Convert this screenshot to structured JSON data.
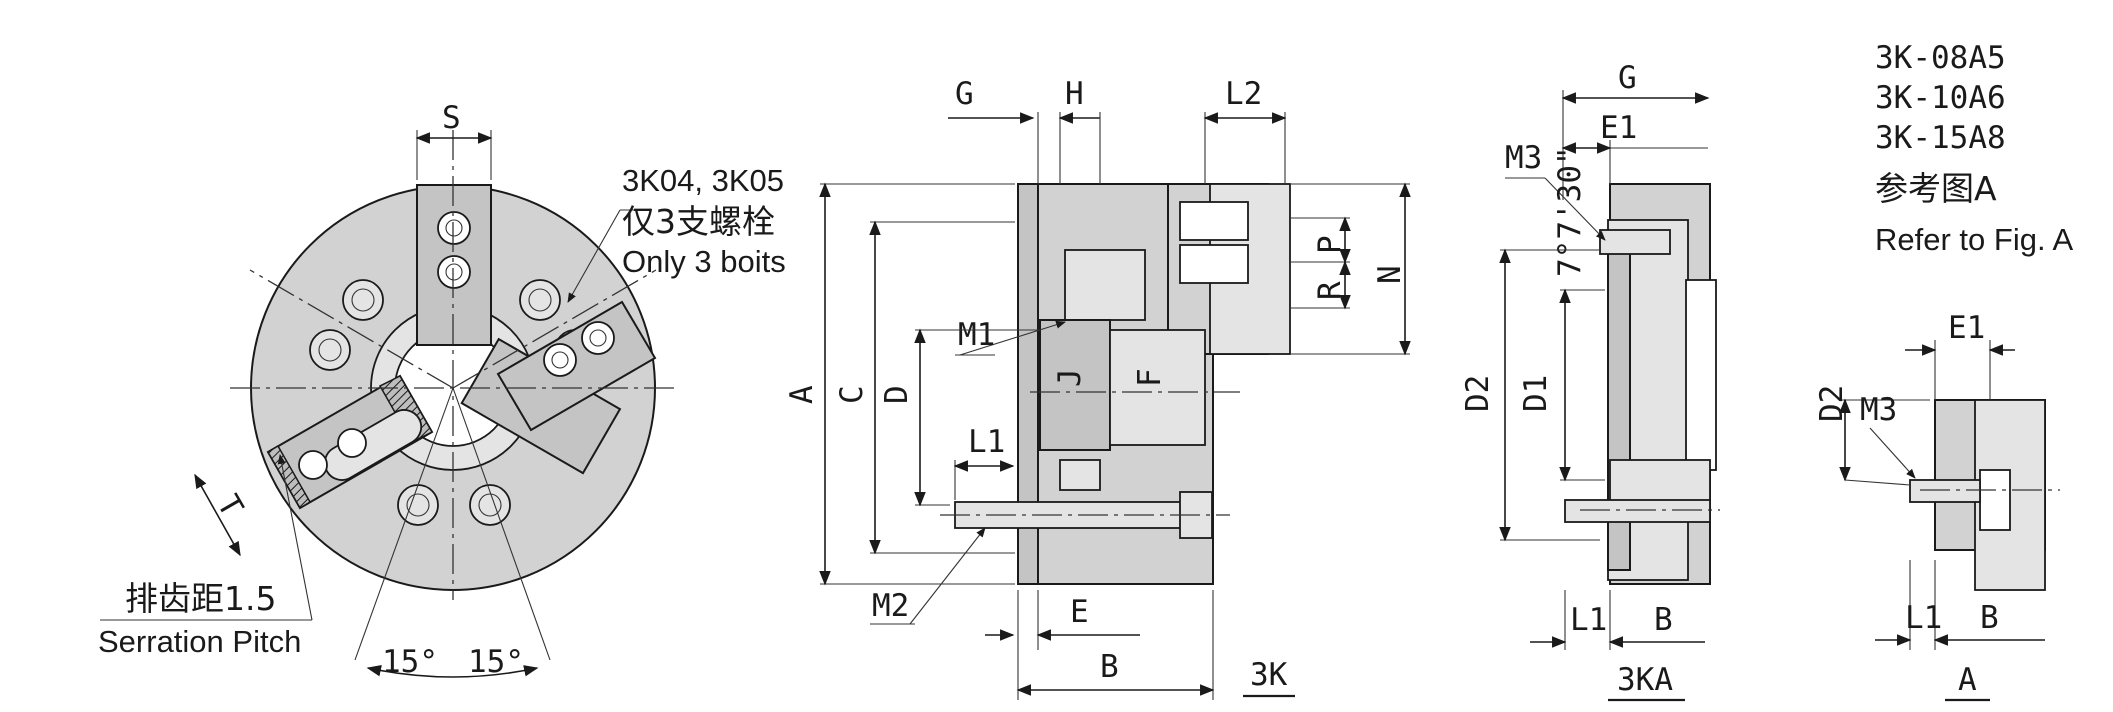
{
  "labels": {
    "front": {
      "s": "S",
      "t": "T",
      "note_models": "3K04, 3K05",
      "note_cn": "仅3支螺栓",
      "note_en": "Only 3 boits",
      "serration_cn": "排齿距1.5",
      "serration_en": "Serration  Pitch",
      "angle_left": "15°",
      "angle_right": "15°"
    },
    "side": {
      "g": "G",
      "h": "H",
      "l2": "L2",
      "p": "P",
      "r": "R",
      "n": "N",
      "m1": "M1",
      "j": "J",
      "f": "F",
      "a": "A",
      "c": "C",
      "d": "D",
      "l1": "L1",
      "m2": "M2",
      "e": "E",
      "b": "B",
      "caption": "3K"
    },
    "ka": {
      "g": "G",
      "e1": "E1",
      "m3": "M3",
      "angle": "7°7'30\"",
      "d2": "D2",
      "d1": "D1",
      "l1": "L1",
      "b": "B",
      "caption": "3KA"
    },
    "figa": {
      "models": [
        "3K-08A5",
        "3K-10A6",
        "3K-15A8"
      ],
      "ref_cn": "参考图A",
      "ref_en": "Refer to Fig. A",
      "e1": "E1",
      "d2": "D2",
      "m3": "M3",
      "l1": "L1",
      "b": "B",
      "caption": "A"
    }
  }
}
